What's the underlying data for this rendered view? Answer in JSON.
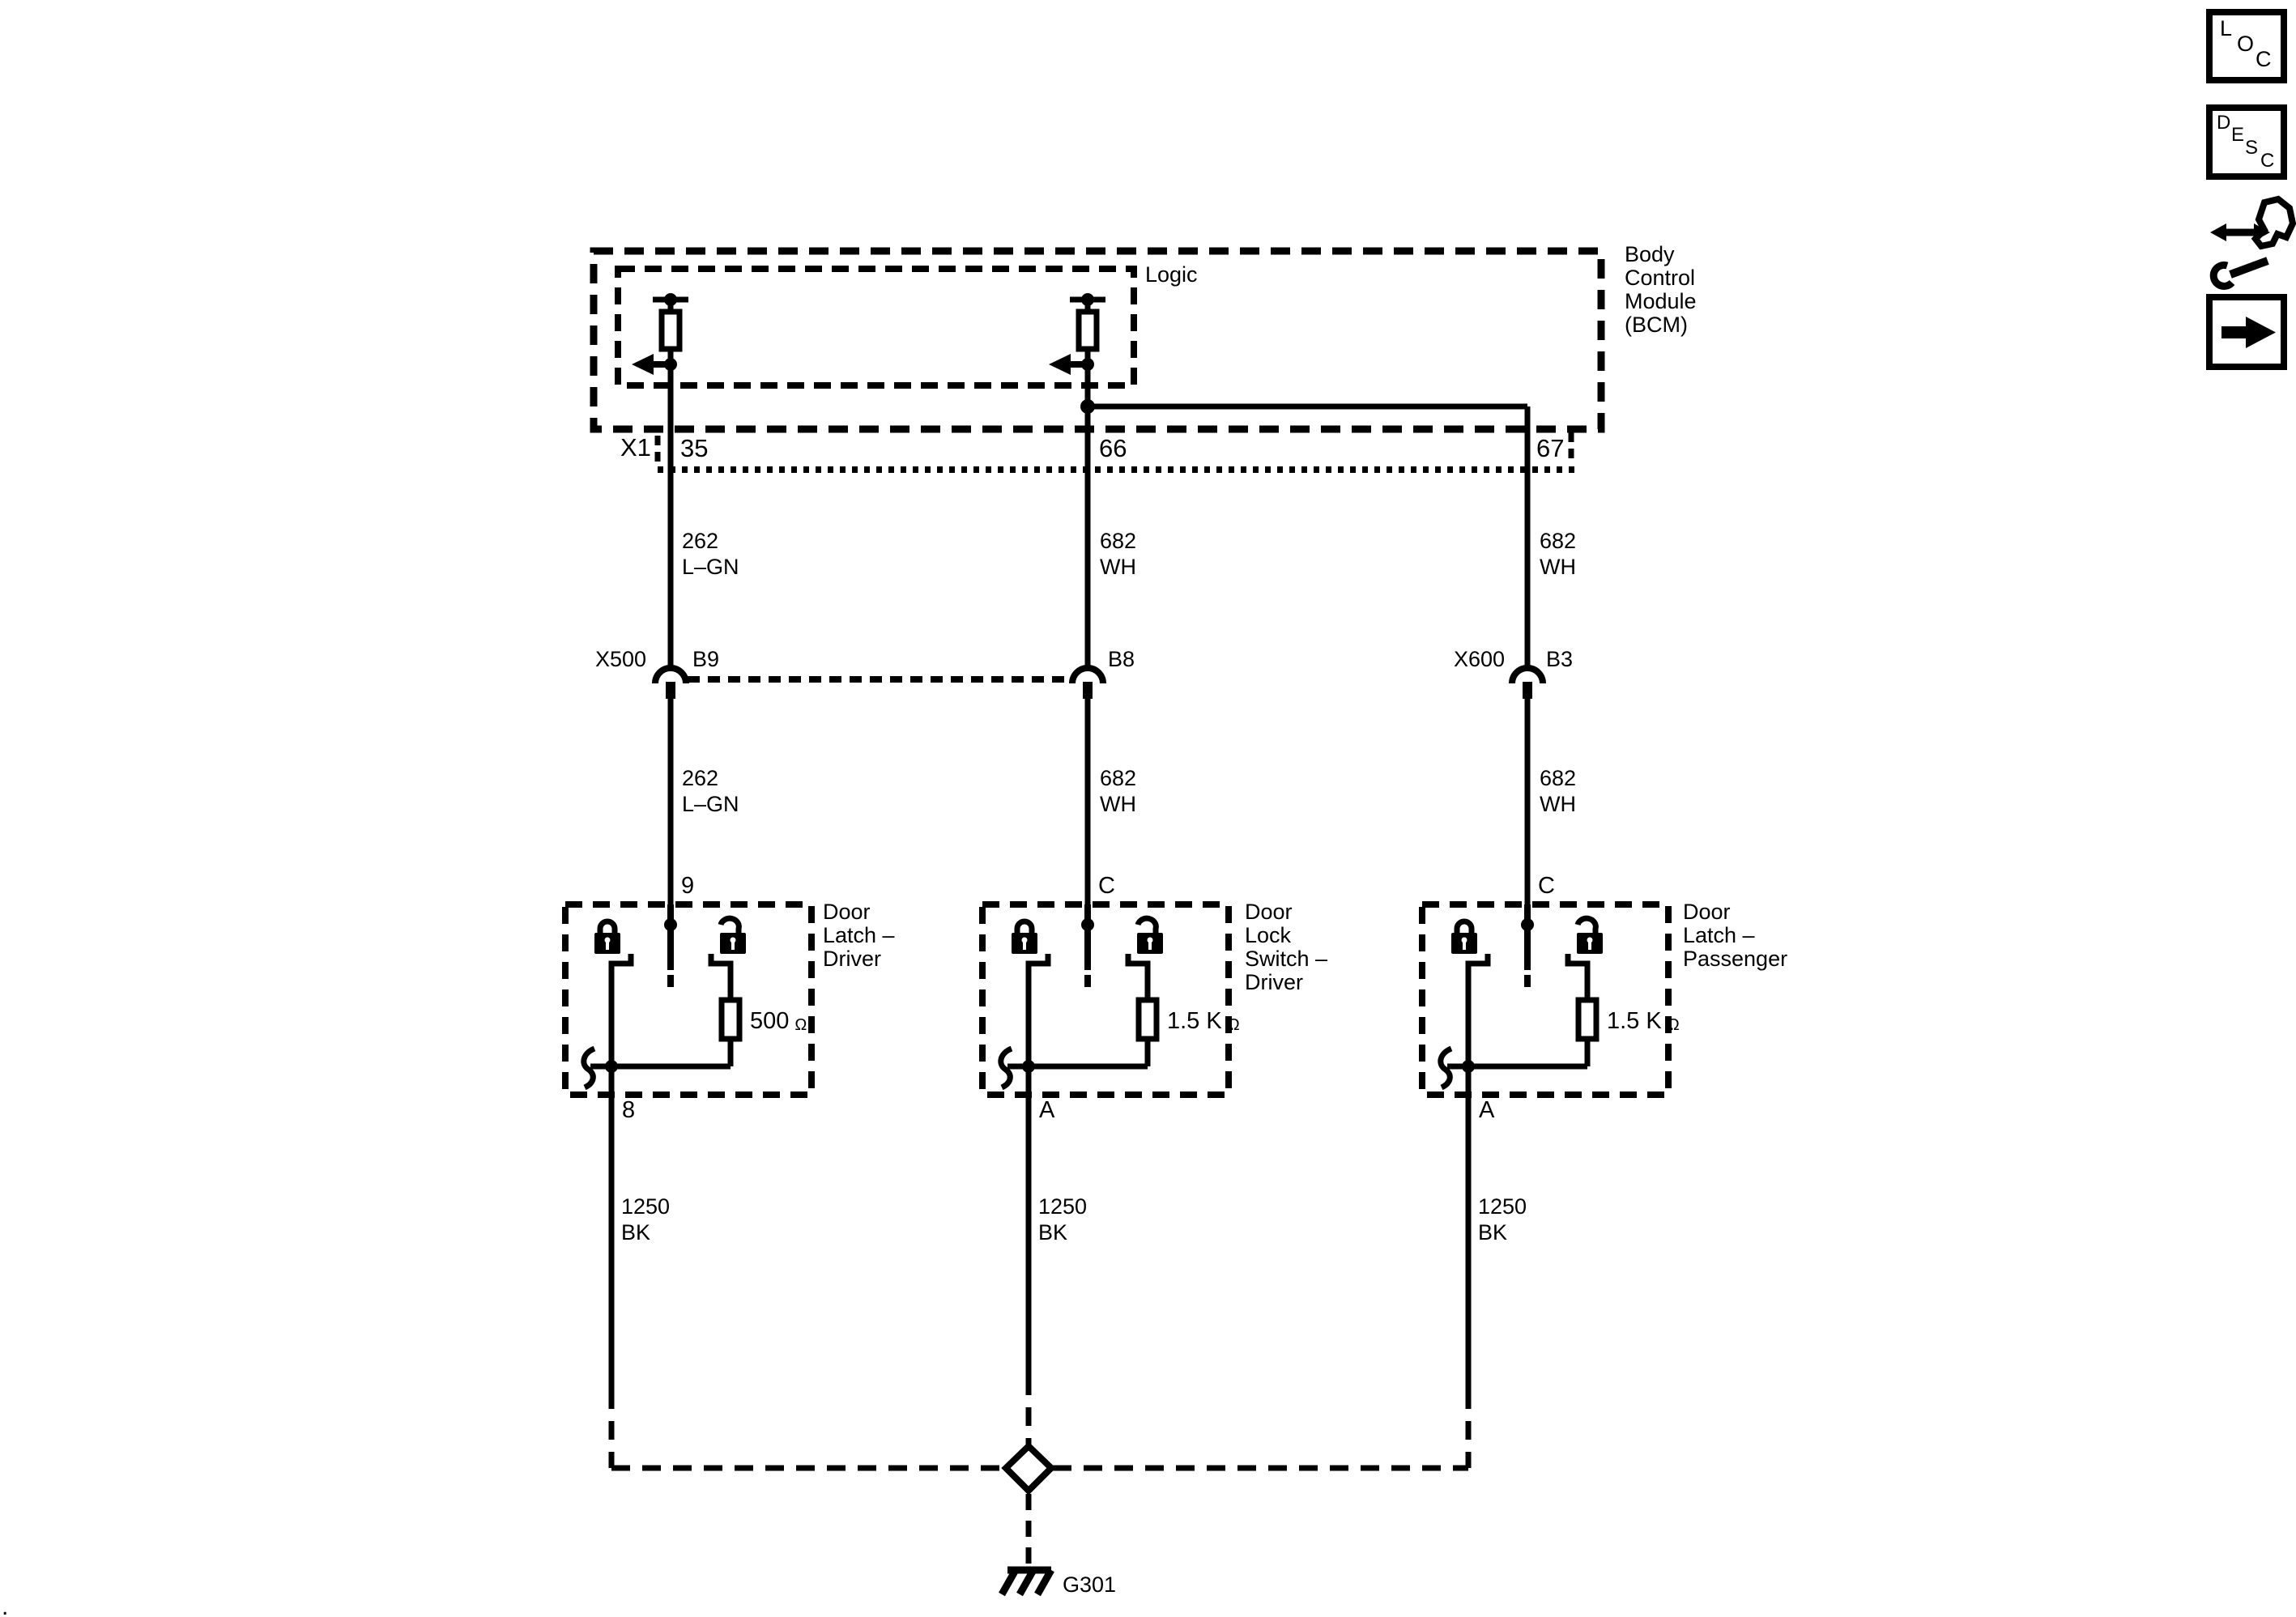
{
  "corner_mark": ".",
  "toolbar": {
    "icons": [
      "loc-button",
      "desc-button",
      "service-repair-icon",
      "forward-button"
    ],
    "loc_letters": [
      "L",
      "O",
      "C"
    ],
    "desc_letters": [
      "D",
      "E",
      "S",
      "C"
    ]
  },
  "bcm": {
    "name_lines": [
      "Body",
      "Control",
      "Module",
      "(BCM)"
    ],
    "logic_label": "Logic",
    "connector_label": "X1",
    "pins": [
      "35",
      "66",
      "67"
    ]
  },
  "wires": {
    "upper": [
      {
        "circuit": "262",
        "color": "L–GN"
      },
      {
        "circuit": "682",
        "color": "WH"
      },
      {
        "circuit": "682",
        "color": "WH"
      }
    ],
    "lower": [
      {
        "circuit": "262",
        "color": "L–GN"
      },
      {
        "circuit": "682",
        "color": "WH"
      },
      {
        "circuit": "682",
        "color": "WH"
      }
    ],
    "ground_run": [
      {
        "circuit": "1250",
        "color": "BK"
      },
      {
        "circuit": "1250",
        "color": "BK"
      },
      {
        "circuit": "1250",
        "color": "BK"
      }
    ]
  },
  "inline_connectors": [
    {
      "connector": "X500",
      "pin": "B9"
    },
    {
      "connector": "",
      "pin": "B8"
    },
    {
      "connector": "X600",
      "pin": "B3"
    }
  ],
  "components": [
    {
      "label_lines": [
        "Door",
        "Latch –",
        "Driver"
      ],
      "top_pin": "9",
      "bottom_pin": "8",
      "resistor_value": "500",
      "resistor_unit": "Ω"
    },
    {
      "label_lines": [
        "Door",
        "Lock",
        "Switch –",
        "Driver"
      ],
      "top_pin": "C",
      "bottom_pin": "A",
      "resistor_value": "1.5 K",
      "resistor_unit": "Ω"
    },
    {
      "label_lines": [
        "Door",
        "Latch –",
        "Passenger"
      ],
      "top_pin": "C",
      "bottom_pin": "A",
      "resistor_value": "1.5 K",
      "resistor_unit": "Ω"
    }
  ],
  "ground": {
    "label": "G301"
  }
}
